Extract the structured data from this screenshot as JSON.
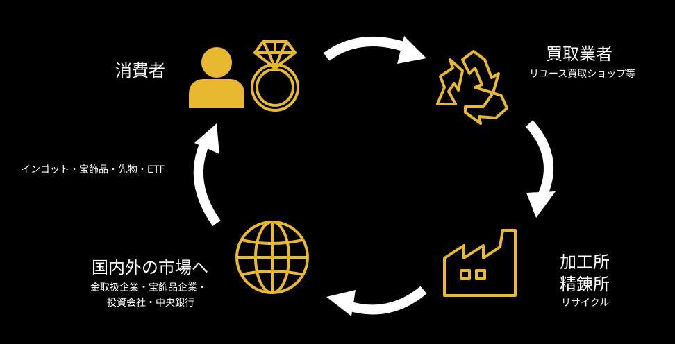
{
  "colors": {
    "accent": "#E8B830",
    "background": "#000000",
    "text": "#FFFFFF"
  },
  "nodes": {
    "consumer": {
      "title": "消費者",
      "icons": [
        "person-icon",
        "diamond-ring-icon"
      ]
    },
    "buyer": {
      "title": "買取業者",
      "subtitle": "リユース買取ショップ等",
      "icons": [
        "recycle-icon"
      ]
    },
    "refinery": {
      "title_line1": "加工所",
      "title_line2": "精錬所",
      "subtitle": "リサイクル",
      "icons": [
        "factory-icon"
      ]
    },
    "market": {
      "title": "国内外の市場へ",
      "subtitle_line1": "金取扱企業・宝飾品企業・",
      "subtitle_line2": "投資会社・中央銀行",
      "icons": [
        "globe-icon"
      ]
    }
  },
  "edges": {
    "market_to_consumer": {
      "label": "インゴット・宝飾品・先物・ETF"
    }
  }
}
